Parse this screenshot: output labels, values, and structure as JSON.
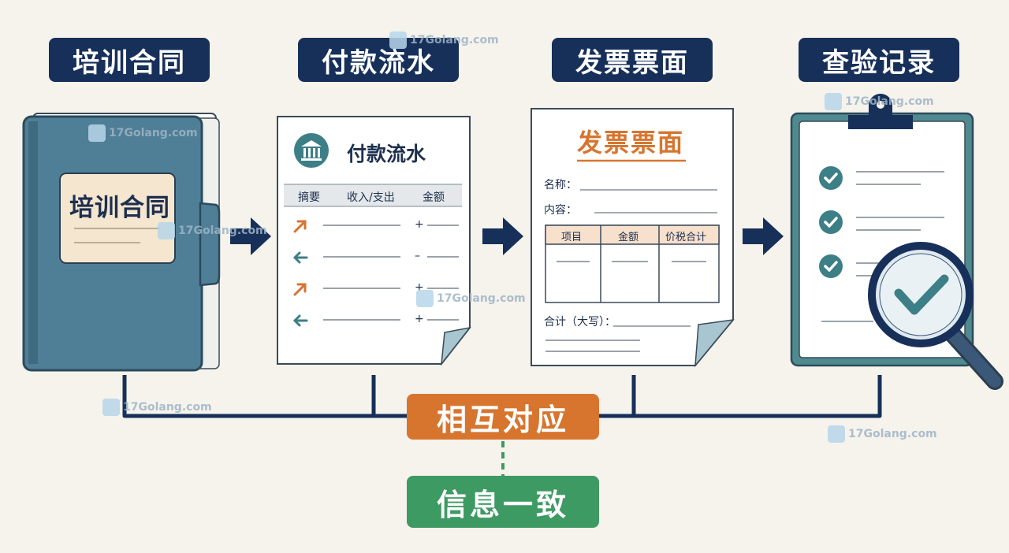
{
  "steps": [
    {
      "title": "培训合同"
    },
    {
      "title": "付款流水"
    },
    {
      "title": "发票票面"
    },
    {
      "title": "查验记录"
    }
  ],
  "contract_doc": {
    "label": "培训合同"
  },
  "payment_doc": {
    "title": "付款流水",
    "columns": [
      "摘要",
      "收入/支出",
      "金额"
    ],
    "signs": [
      "+",
      "–",
      "+",
      "+"
    ]
  },
  "invoice_doc": {
    "title": "发票票面",
    "name_label": "名称：",
    "content_label": "内容：",
    "table_headers": [
      "项目",
      "金额",
      "价税合计"
    ],
    "total_label": "合计（大写）："
  },
  "connector": {
    "match_label": "相互对应",
    "consistent_label": "信息一致"
  },
  "watermark": {
    "text": "17Golang.com"
  },
  "colors": {
    "navy": "#17305a",
    "folder_teal": "#4f7f96",
    "orange": "#d7752f",
    "green": "#3e9a63",
    "check_teal": "#3d7f86"
  }
}
